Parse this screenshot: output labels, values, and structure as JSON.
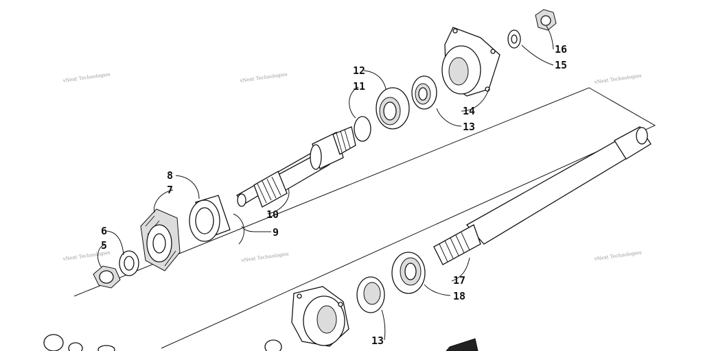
{
  "callouts": {
    "n5": "5",
    "n6": "6",
    "n7": "7",
    "n8": "8",
    "n9": "9",
    "n10": "10",
    "n11": "11",
    "n12": "12",
    "n13a": "13",
    "n14": "14",
    "n15": "15",
    "n16": "16",
    "n17": "17",
    "n18": "18",
    "n13b": "13"
  },
  "watermark": "vNext Technologies"
}
